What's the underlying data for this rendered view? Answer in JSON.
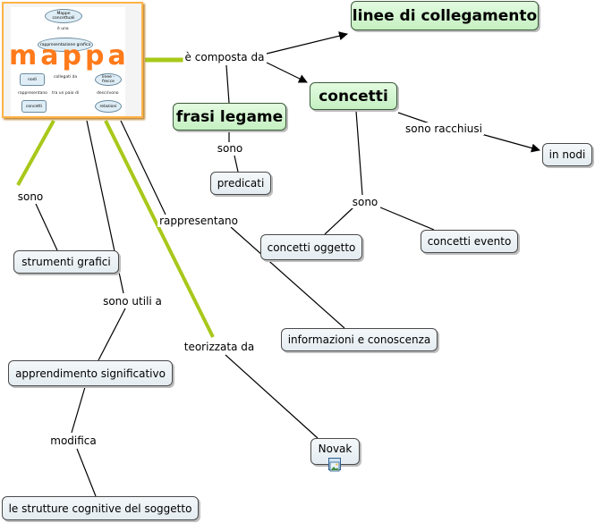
{
  "nodes": {
    "linee": "linee di collegamento",
    "concetti": "concetti",
    "frasi": "frasi legame",
    "predicati": "predicati",
    "in_nodi": "in nodi",
    "oggetto": "concetti oggetto",
    "evento": "concetti evento",
    "strumenti": "strumenti grafici",
    "informazioni": "informazioni e conoscenza",
    "apprendimento": "apprendimento significativo",
    "novak": "Novak",
    "strutture": "le strutture cognitive del soggetto"
  },
  "links": {
    "composta": "è composta da",
    "sono_predicati": "sono",
    "racchiusi": "sono racchiusi",
    "sono_concetti": "sono",
    "sono_strumenti": "sono",
    "rappresentano": "rappresentano",
    "utili": "sono utili a",
    "teorizzata": "teorizzata da",
    "modifica": "modifica"
  },
  "thumbnail": {
    "title": "mappa",
    "mini_labels": [
      "Mappe concettuali",
      "è una",
      "rappresentazione grafica",
      "nodi",
      "collegati da",
      "linee - frecce",
      "rappresentano",
      "tra un paio di",
      "descrivono",
      "concetti",
      "relazioni"
    ]
  },
  "colors": {
    "accent_line": "#a8c81a",
    "node_green": "#c6f0c2",
    "thumb_text": "#ff7a1a"
  }
}
